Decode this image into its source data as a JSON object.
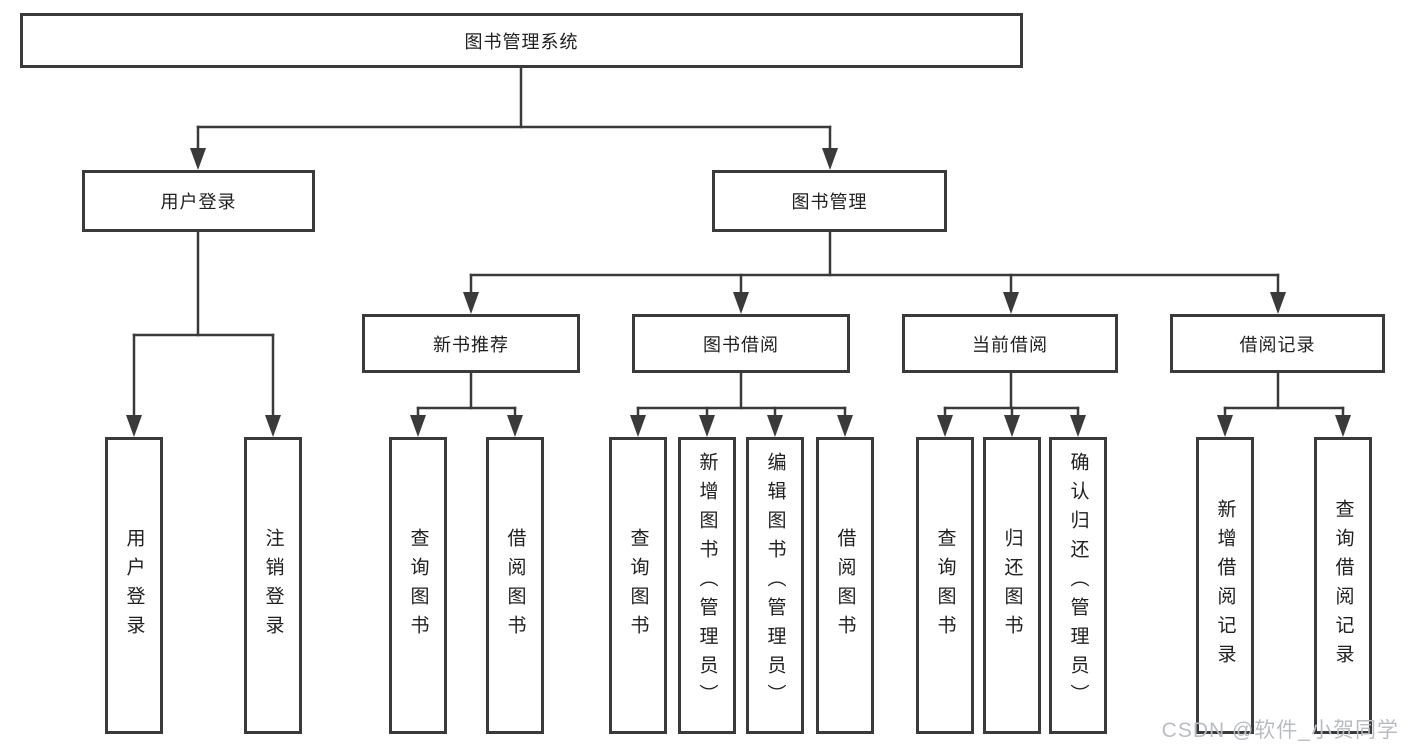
{
  "colors": {
    "line": "#3a3a3a",
    "box_border": "#3a3a3a",
    "text": "#202020",
    "background": "#ffffff",
    "watermark": "#b9bcc2"
  },
  "tree": {
    "root": "图书管理系统",
    "branches": [
      {
        "label": "用户登录",
        "children": [
          "用户登录",
          "注销登录"
        ]
      },
      {
        "label": "图书管理",
        "groups": [
          {
            "label": "新书推荐",
            "children": [
              "查询图书",
              "借阅图书"
            ]
          },
          {
            "label": "图书借阅",
            "children": [
              "查询图书",
              "新增图书（管理员）",
              "编辑图书（管理员）",
              "借阅图书"
            ]
          },
          {
            "label": "当前借阅",
            "children": [
              "查询图书",
              "归还图书",
              "确认归还（管理员）"
            ]
          },
          {
            "label": "借阅记录",
            "children": [
              "新增借阅记录",
              "查询借阅记录"
            ]
          }
        ]
      }
    ]
  },
  "watermark": "CSDN @软件_小贺同学"
}
